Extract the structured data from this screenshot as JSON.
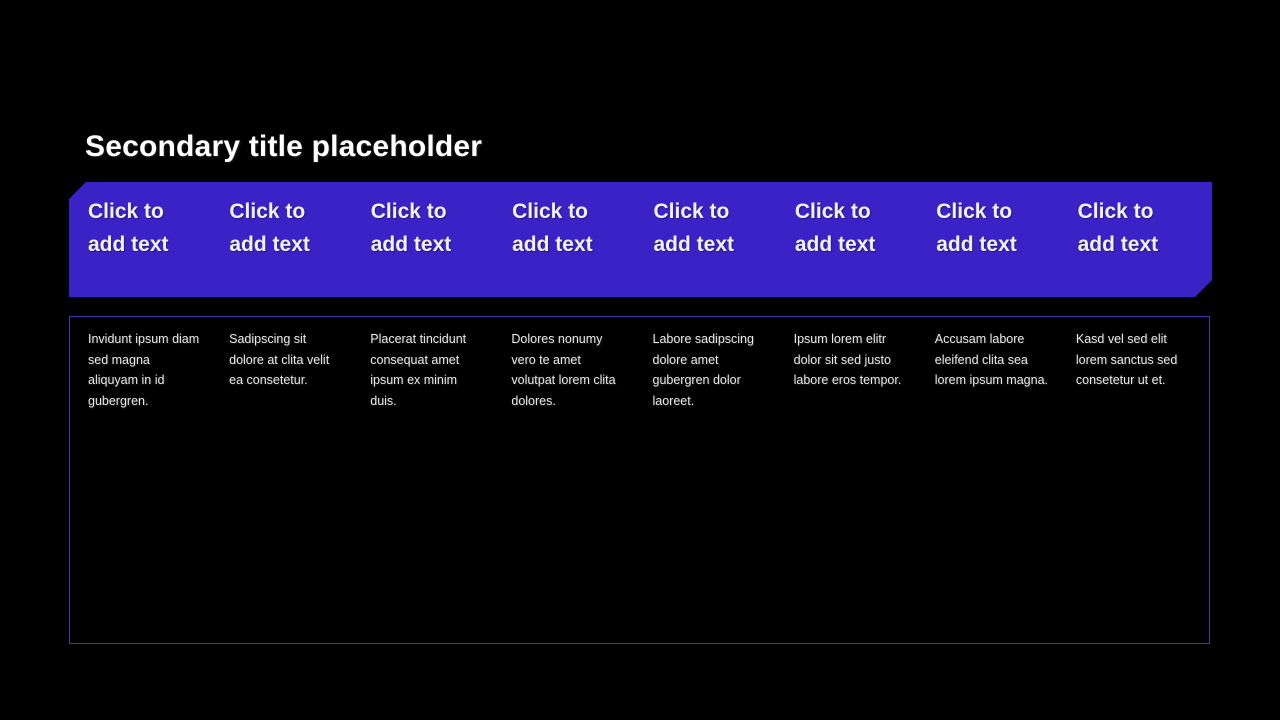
{
  "page": {
    "background": "#000000",
    "title": "Secondary title placeholder",
    "title_color": "#ffffff"
  },
  "banner": {
    "fill": "#3a22c6",
    "text_color": "#f2f1f8",
    "items": [
      {
        "label": "Click to add text"
      },
      {
        "label": "Click to add text"
      },
      {
        "label": "Click to add text"
      },
      {
        "label": "Click to add text"
      },
      {
        "label": "Click to add text"
      },
      {
        "label": "Click to add text"
      },
      {
        "label": "Click to add text"
      },
      {
        "label": "Click to add text"
      }
    ]
  },
  "content_box": {
    "border_color": "#4233ae",
    "text_color": "#e9e9e9",
    "columns": [
      {
        "text": "Invidunt ipsum diam sed magna aliquyam in id gubergren."
      },
      {
        "text": "Sadipscing sit dolore at clita velit ea consetetur."
      },
      {
        "text": "Placerat tincidunt consequat amet ipsum ex minim duis."
      },
      {
        "text": "Dolores nonumy vero te amet volutpat lorem clita dolores."
      },
      {
        "text": "Labore sadipscing dolore amet gubergren dolor laoreet."
      },
      {
        "text": "Ipsum lorem elitr dolor sit sed justo labore eros tempor."
      },
      {
        "text": "Accusam labore eleifend clita sea lorem ipsum magna."
      },
      {
        "text": "Kasd vel sed elit lorem sanctus sed consetetur ut et."
      }
    ]
  }
}
